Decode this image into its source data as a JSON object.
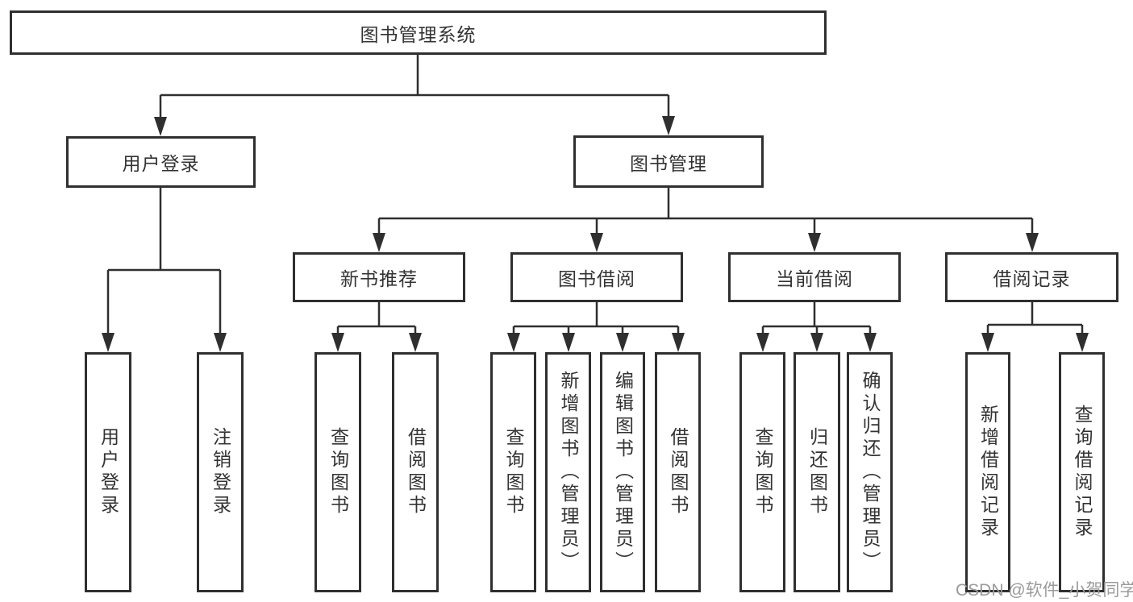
{
  "diagram": {
    "root": {
      "label": "图书管理系统"
    },
    "level2": [
      {
        "label": "用户登录"
      },
      {
        "label": "图书管理"
      }
    ],
    "level3": [
      {
        "label": "新书推荐",
        "parent": "图书管理"
      },
      {
        "label": "图书借阅",
        "parent": "图书管理"
      },
      {
        "label": "当前借阅",
        "parent": "图书管理"
      },
      {
        "label": "借阅记录",
        "parent": "图书管理"
      }
    ],
    "leaves": [
      {
        "label": "用户登录",
        "parent": "用户登录"
      },
      {
        "label": "注销登录",
        "parent": "用户登录"
      },
      {
        "label": "查询图书",
        "parent": "新书推荐"
      },
      {
        "label": "借阅图书",
        "parent": "新书推荐"
      },
      {
        "label": "查询图书",
        "parent": "图书借阅"
      },
      {
        "label": "新增图书（管理员）",
        "parent": "图书借阅"
      },
      {
        "label": "编辑图书（管理员）",
        "parent": "图书借阅"
      },
      {
        "label": "借阅图书",
        "parent": "图书借阅"
      },
      {
        "label": "查询图书",
        "parent": "当前借阅"
      },
      {
        "label": "归还图书",
        "parent": "当前借阅"
      },
      {
        "label": "确认归还（管理员）",
        "parent": "当前借阅"
      },
      {
        "label": "新增借阅记录",
        "parent": "借阅记录"
      },
      {
        "label": "查询借阅记录",
        "parent": "借阅记录"
      }
    ]
  },
  "watermark": {
    "text": "CSDN @软件_小贺同学"
  },
  "colors": {
    "line": "#2f2f2f",
    "box_border": "#2f2f2f",
    "text": "#333333",
    "watermark": "#9b9b9b",
    "background": "#ffffff"
  }
}
